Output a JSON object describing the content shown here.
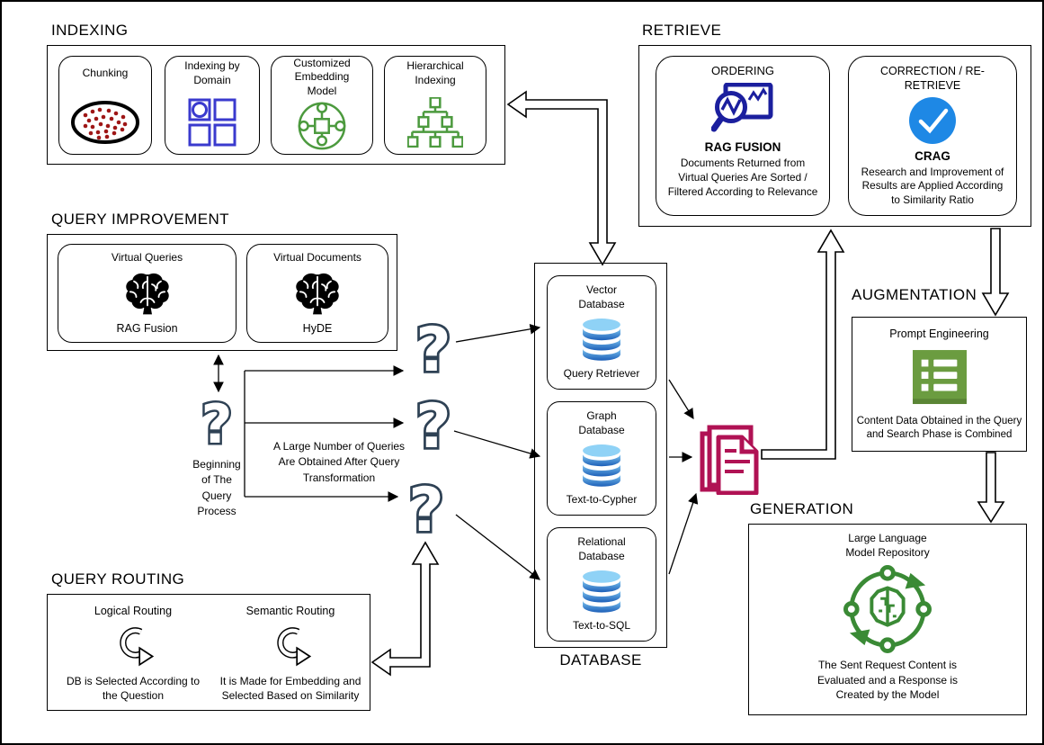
{
  "glyphs": {
    "question_mark": "?"
  },
  "colors": {
    "question_mark": "#2e4154",
    "documents_icon": "#b01254",
    "database_top": "#8fd2f6",
    "database_body_dark": "#2058b0",
    "indexing_grid_blue": "#3a3ace",
    "green_icon": "#4c9a3e",
    "prompt_green": "#6b9c40",
    "generation_green": "#3a8a35",
    "ordering_navy": "#1b1f9e",
    "crag_blue": "#1e88e5",
    "chunking_dots": "#9e1616"
  },
  "sections": {
    "indexing": {
      "label": "INDEXING",
      "cards": [
        {
          "title": "Chunking"
        },
        {
          "title": "Indexing by Domain"
        },
        {
          "title": "Customized Embedding Model"
        },
        {
          "title": "Hierarchical Indexing"
        }
      ]
    },
    "retrieve": {
      "label": "RETRIEVE",
      "cards": [
        {
          "title": "ORDERING",
          "method": "RAG FUSION",
          "desc": "Documents Returned from Virtual Queries Are Sorted / Filtered According to Relevance"
        },
        {
          "title": "CORRECTION / RE-RETRIEVE",
          "method": "CRAG",
          "desc": "Research and Improvement of Results are Applied According to Similarity Ratio"
        }
      ]
    },
    "query_improvement": {
      "label": "QUERY IMPROVEMENT",
      "cards": [
        {
          "title": "Virtual Queries",
          "method": "RAG Fusion"
        },
        {
          "title": "Virtual Documents",
          "method": "HyDE"
        }
      ]
    },
    "database": {
      "label": "DATABASE",
      "cards": [
        {
          "title": "Vector Database",
          "method": "Query Retriever"
        },
        {
          "title": "Graph Database",
          "method": "Text-to-Cypher"
        },
        {
          "title": "Relational Database",
          "method": "Text-to-SQL"
        }
      ]
    },
    "augmentation": {
      "label": "AUGMENTATION",
      "title": "Prompt Engineering",
      "desc": "Content Data Obtained in the Query and Search Phase is Combined"
    },
    "generation": {
      "label": "GENERATION",
      "title": "Large Language Model Repository",
      "desc": "The Sent Request Content is Evaluated and a Response is Created by the Model"
    },
    "query_routing": {
      "label": "QUERY ROUTING",
      "items": [
        {
          "title": "Logical Routing",
          "desc": "DB is Selected According to the Question"
        },
        {
          "title": "Semantic Routing",
          "desc": "It is Made for Embedding and Selected Based on Similarity"
        }
      ]
    }
  },
  "annotations": {
    "beginning": "Beginning of The Query Process",
    "transformation": "A Large Number of Queries Are Obtained After Query Transformation"
  }
}
